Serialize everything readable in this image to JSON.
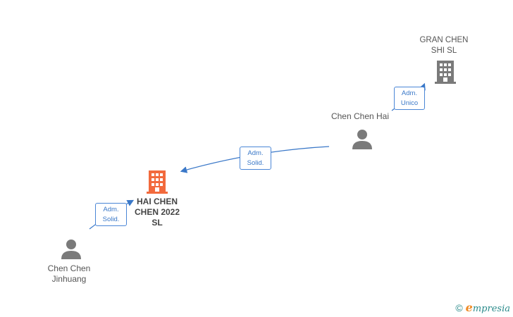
{
  "nodes": {
    "gran_chen": {
      "label_line1": "GRAN CHEN",
      "label_line2": "SHI  SL"
    },
    "chen_chen_hai": {
      "label": "Chen Chen Hai"
    },
    "hai_chen": {
      "label_line1": "HAI CHEN",
      "label_line2": "CHEN 2022",
      "label_line3": "SL"
    },
    "chen_chen_jinhuang": {
      "label_line1": "Chen Chen",
      "label_line2": "Jinhuang"
    }
  },
  "relations": {
    "hai_to_gran": {
      "line1": "Adm.",
      "line2": "Unico"
    },
    "hai_to_haichen": {
      "line1": "Adm.",
      "line2": "Solid."
    },
    "jinhuang_to_haichen": {
      "line1": "Adm.",
      "line2": "Solid."
    }
  },
  "footer": {
    "copyright_symbol": "©",
    "brand_initial": "e",
    "brand_rest": "mpresia"
  },
  "colors": {
    "edge": "#3a78c8",
    "person_icon": "#7a7a7a",
    "company_other": "#7a7a7a",
    "company_main": "#f26a3d"
  }
}
